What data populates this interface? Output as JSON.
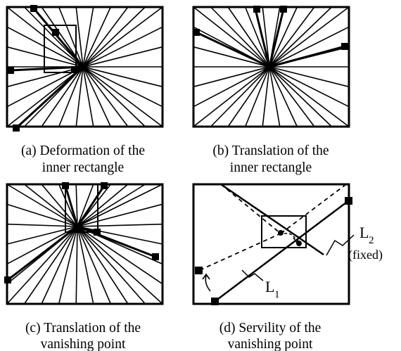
{
  "panels": {
    "a": {
      "caption_line1": "(a) Deformation of the",
      "caption_line2": "inner rectangle"
    },
    "b": {
      "caption_line1": "(b) Translation of the",
      "caption_line2": "inner rectangle"
    },
    "c": {
      "caption_line1": "(c) Translation of the",
      "caption_line2": "vanishing point"
    },
    "d": {
      "caption_line1": "(d) Servility of the",
      "caption_line2": "vanishing point",
      "label_l2": "L",
      "label_l2_sub": "2",
      "label_fixed": "(fixed)",
      "label_l1": "L",
      "label_l1_sub": "1"
    }
  },
  "colors": {
    "stroke": "#000000",
    "background": "#ffffff"
  }
}
